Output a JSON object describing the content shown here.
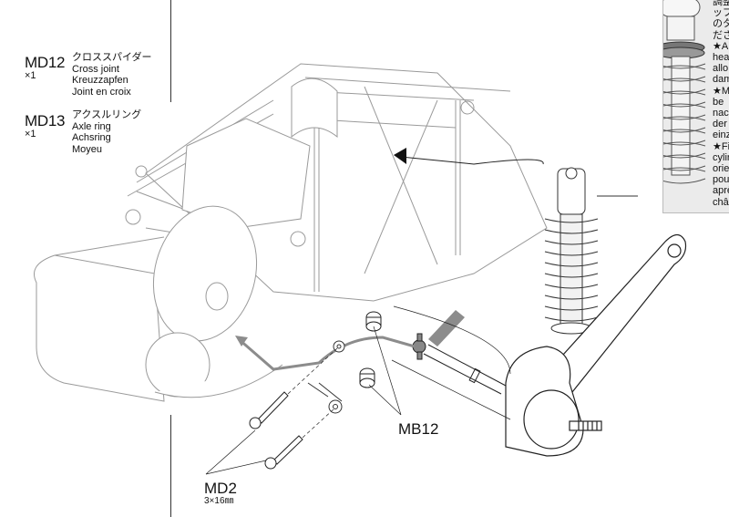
{
  "parts": [
    {
      "code": "MD12",
      "quantity": "×1",
      "name_ja": "クロススパイダー",
      "name_en": "Cross joint",
      "name_de": "Kreuzzapfen",
      "name_fr": "Joint en croix"
    },
    {
      "code": "MD13",
      "quantity": "×1",
      "name_ja": "アクスルリング",
      "name_en": "Axle ring",
      "name_de": "Achsring",
      "name_fr": "Moyeu"
    }
  ],
  "callouts": {
    "mb12": {
      "code": "MB12"
    },
    "md2": {
      "code": "MD2",
      "size": "3×16㎜"
    }
  },
  "note_panel": {
    "lines": [
      "調整",
      "ップ",
      "のタ",
      "ださ",
      "★A",
      "hea",
      "allo",
      "dam",
      "★M",
      "be",
      "nac",
      "der",
      "einz",
      "★Fi",
      "cylir",
      "orie",
      "pou",
      "aprè",
      "châ"
    ]
  },
  "colors": {
    "line": "#222222",
    "light_line": "#9a9a9a",
    "arrow_gray": "#8c8c8c",
    "note_bg": "#ebebeb"
  }
}
